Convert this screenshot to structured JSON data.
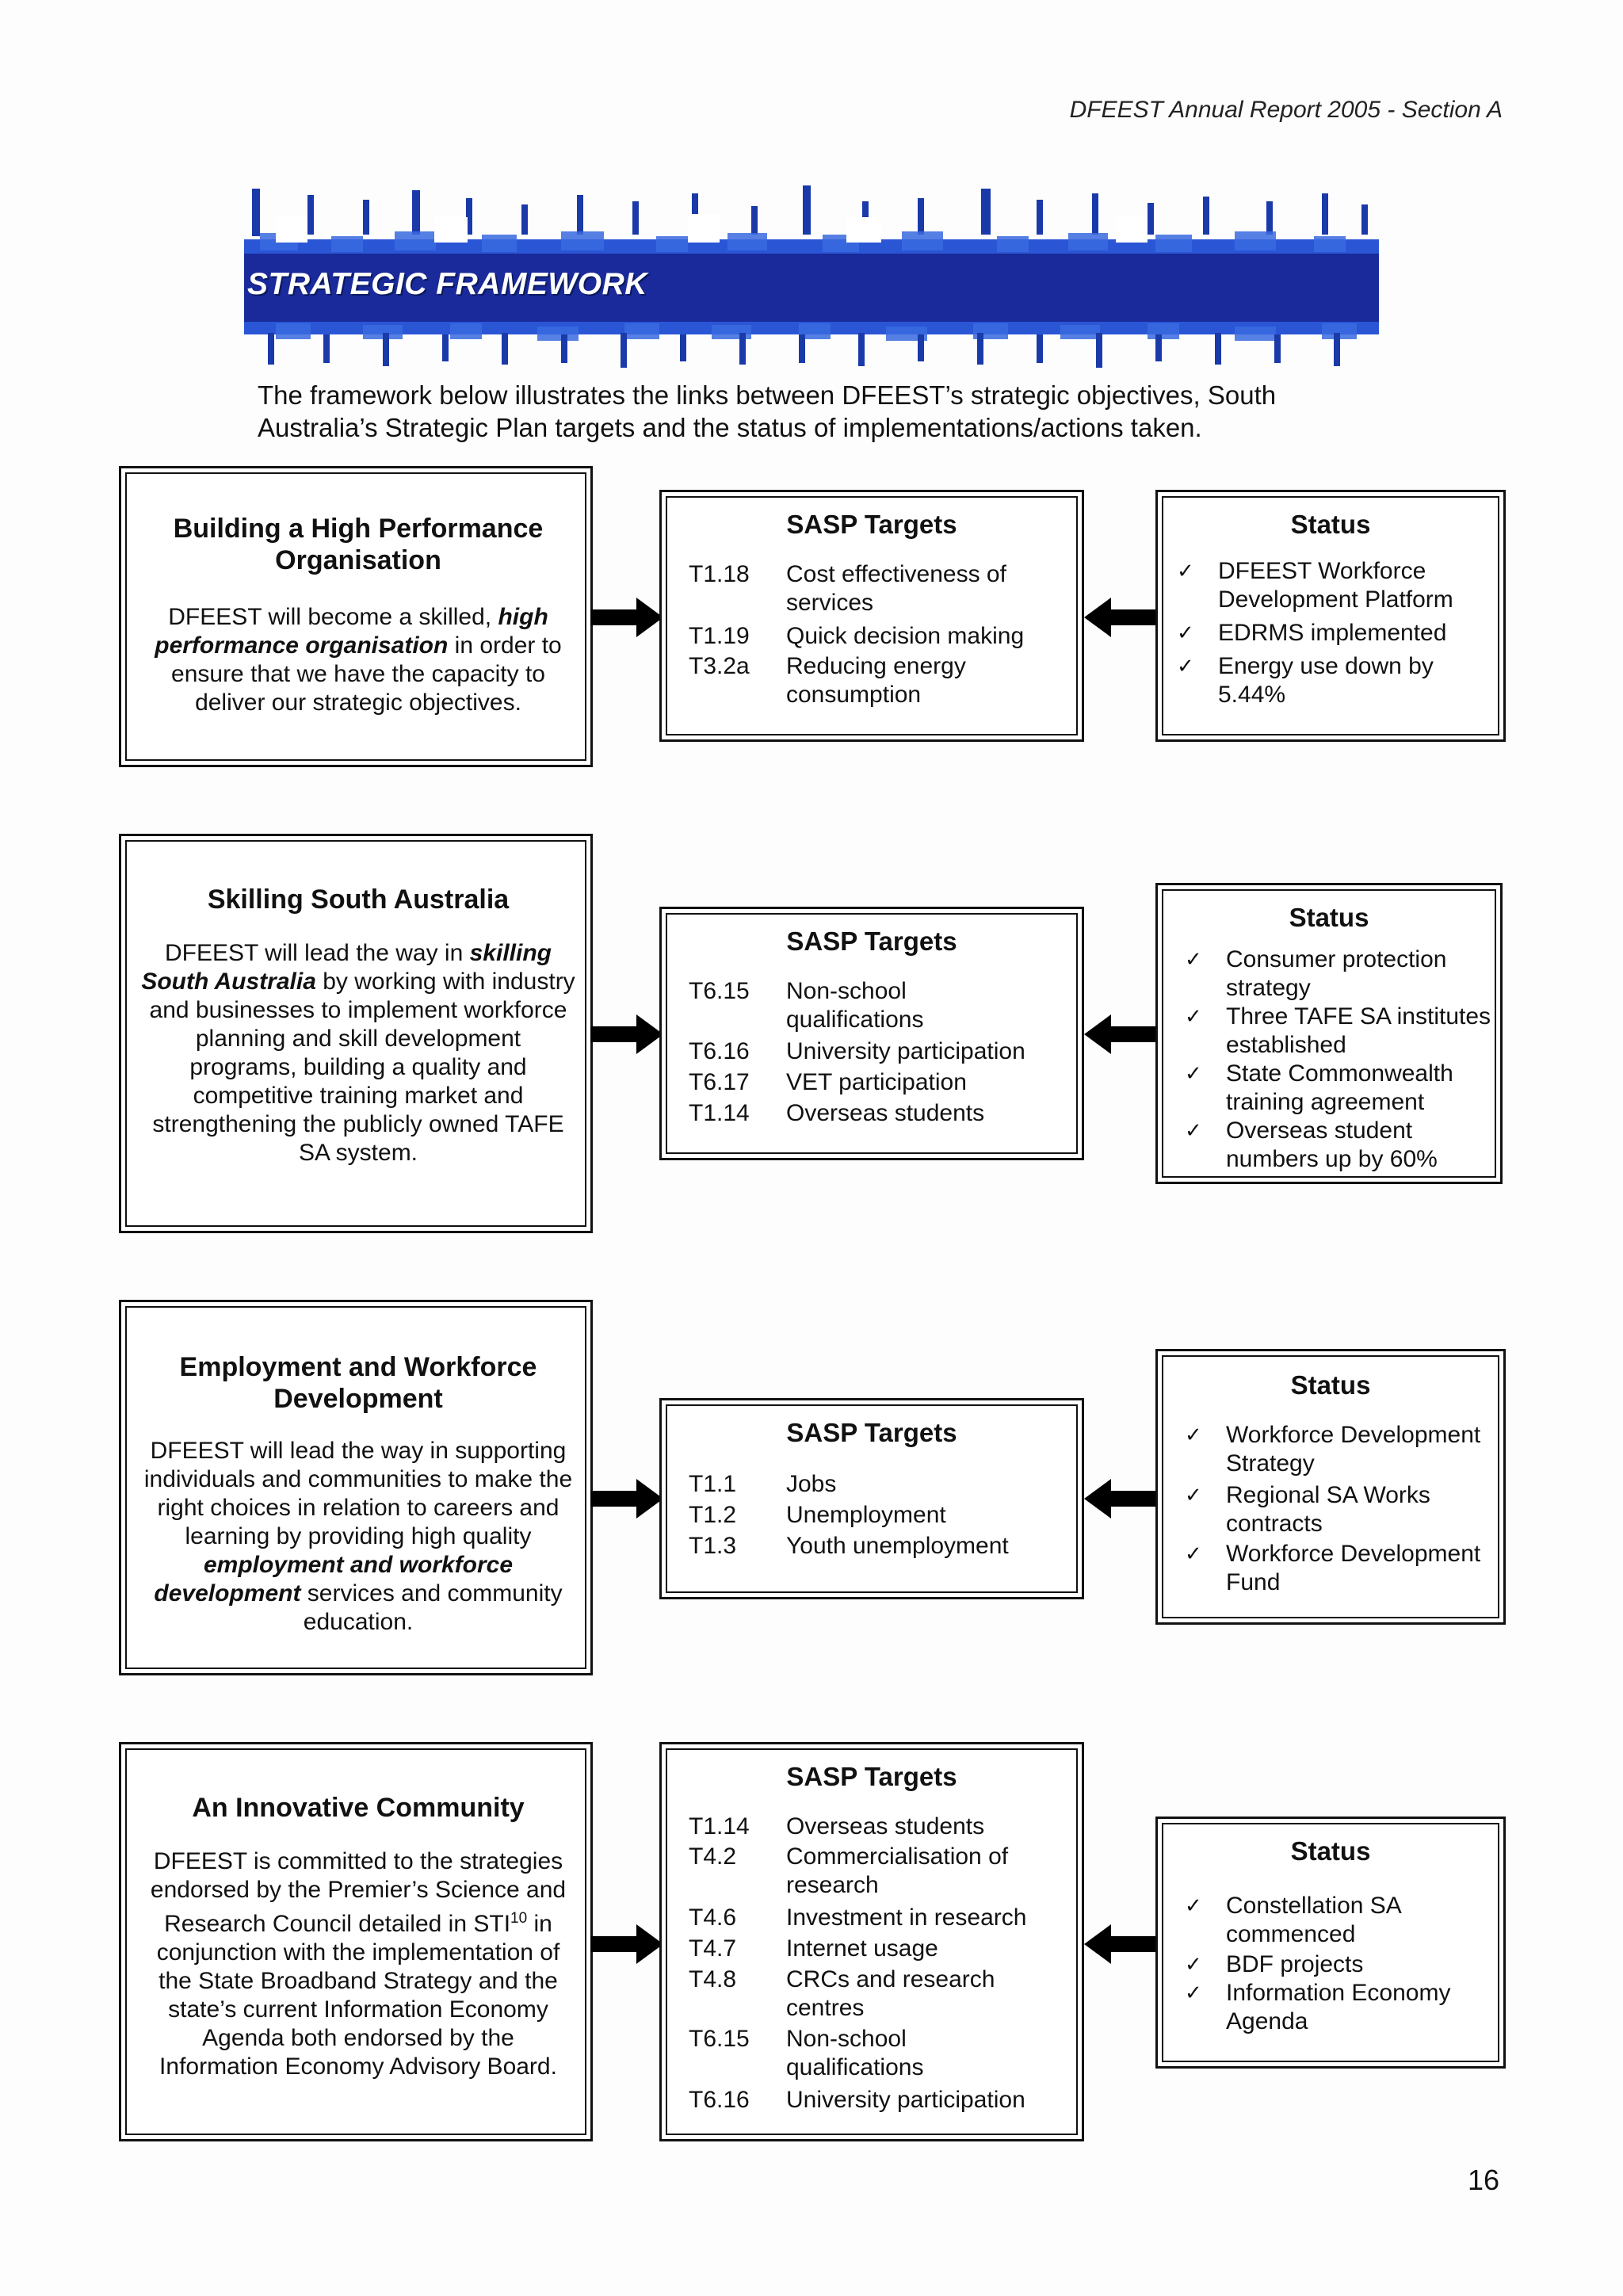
{
  "header": {
    "report_title": "DFEEST Annual Report 2005 - Section A"
  },
  "banner": {
    "title": "STRATEGIC FRAMEWORK",
    "colors": {
      "dark_blue": "#1a2a9a",
      "light_blue": "#2a56d6"
    }
  },
  "intro": {
    "text": "The framework below illustrates the links between DFEEST’s strategic objectives, South Australia’s Strategic Plan targets and the status of implementations/actions taken."
  },
  "rows": [
    {
      "objective": {
        "title": "Building a High Performance Organisation",
        "text_before": "DFEEST will become a skilled, ",
        "text_emphasis": "high performance organisation",
        "text_after": " in order to ensure that we have the capacity to deliver our strategic objectives."
      },
      "targets_heading": "SASP Targets",
      "targets": [
        {
          "code": "T1.18",
          "desc": "Cost effectiveness of services"
        },
        {
          "code": "T1.19",
          "desc": "Quick decision making"
        },
        {
          "code": "T3.2a",
          "desc": "Reducing energy consumption"
        }
      ],
      "status_heading": "Status",
      "status": [
        "DFEEST Workforce Development Platform",
        "EDRMS implemented",
        "Energy use down by 5.44%"
      ]
    },
    {
      "objective": {
        "title": "Skilling South Australia",
        "text_before": "DFEEST will lead the way in ",
        "text_emphasis": "skilling South Australia",
        "text_after": " by working with industry and businesses to implement workforce planning and skill development programs, building a quality and competitive training market and strengthening the publicly owned TAFE SA system."
      },
      "targets_heading": "SASP Targets",
      "targets": [
        {
          "code": "T6.15",
          "desc": "Non-school qualifications"
        },
        {
          "code": "T6.16",
          "desc": "University participation"
        },
        {
          "code": "T6.17",
          "desc": "VET participation"
        },
        {
          "code": "T1.14",
          "desc": "Overseas students"
        }
      ],
      "status_heading": "Status",
      "status": [
        "Consumer protection strategy",
        "Three TAFE SA institutes established",
        "State Commonwealth training agreement",
        "Overseas student numbers up by 60%"
      ]
    },
    {
      "objective": {
        "title": "Employment and Workforce Development",
        "text_before": "DFEEST will lead the way in supporting individuals and communities to make the right choices in relation to careers and learning by providing high quality ",
        "text_emphasis": "employment and workforce development",
        "text_after": " services and community education."
      },
      "targets_heading": "SASP Targets",
      "targets": [
        {
          "code": "T1.1",
          "desc": "Jobs"
        },
        {
          "code": "T1.2",
          "desc": "Unemployment"
        },
        {
          "code": "T1.3",
          "desc": "Youth unemployment"
        }
      ],
      "status_heading": "Status",
      "status": [
        "Workforce Development Strategy",
        "Regional SA Works contracts",
        "Workforce Development Fund"
      ]
    },
    {
      "objective": {
        "title": "An Innovative Community",
        "text_before": "DFEEST is committed to the strategies endorsed by the Premier’s Science and Research Council detailed in STI",
        "text_sup": "10",
        "text_after": " in conjunction with the implementation of the State Broadband Strategy and the state’s current Information Economy Agenda both endorsed by the Information Economy Advisory Board."
      },
      "targets_heading": "SASP Targets",
      "targets": [
        {
          "code": "T1.14",
          "desc": "Overseas students"
        },
        {
          "code": "T4.2",
          "desc": "Commercialisation of research"
        },
        {
          "code": "T4.6",
          "desc": "Investment in research"
        },
        {
          "code": "T4.7",
          "desc": "Internet usage"
        },
        {
          "code": "T4.8",
          "desc": "CRCs and research centres"
        },
        {
          "code": "T6.15",
          "desc": "Non-school qualifications"
        },
        {
          "code": "T6.16",
          "desc": "University participation"
        }
      ],
      "status_heading": "Status",
      "status": [
        "Constellation SA commenced",
        "BDF projects",
        "Information Economy Agenda"
      ]
    }
  ],
  "check_glyph": "✓",
  "page_number": "16"
}
